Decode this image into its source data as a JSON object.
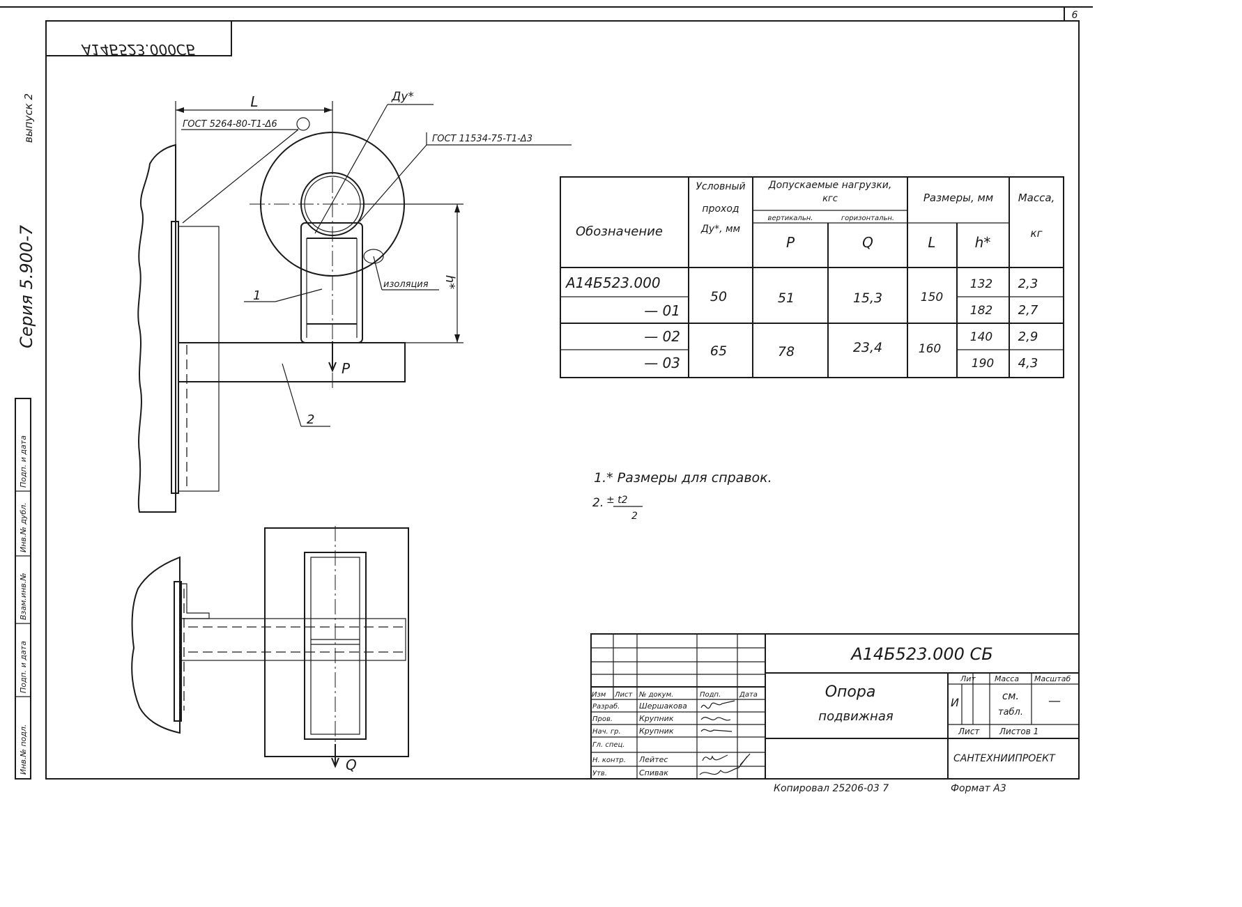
{
  "header": {
    "sheet_number": "6",
    "doc_code_mirrored": "А14Б523.000СБ",
    "series": "Серия 5.900-7",
    "issue": "выпуск 2"
  },
  "side_stamp": [
    "Инв.№ подл.",
    "Подп. и дата",
    "Взам.инв.№",
    "Инв.№ дубл.",
    "Подп. и дата"
  ],
  "drawing": {
    "dim_L": "L",
    "dim_h": "h*",
    "dim_Dy": "Ду*",
    "weld_left": "ГОСТ 5264-80-Т1-Δ6",
    "weld_right": "ГОСТ 11534-75-Т1-Δ3",
    "insulation": "изоляция",
    "part1": "1",
    "part2": "2",
    "load_P": "P",
    "load_Q": "Q"
  },
  "table": {
    "headers": {
      "designation": "Обозначение",
      "dn_l1": "Условный",
      "dn_l2": "проход",
      "dn_l3": "Ду*, мм",
      "loads_l1": "Допускаемые нагрузки,",
      "loads_l2": "кгс",
      "vertical": "вертикальн.",
      "horizontal": "горизонтальн.",
      "P": "P",
      "Q": "Q",
      "sizes": "Размеры, мм",
      "L": "L",
      "h": "h*",
      "mass_l1": "Масса,",
      "mass_l2": "кг"
    },
    "rows": [
      {
        "designation": "А14Б523.000",
        "dn": "50",
        "P": "51",
        "Q": "15,3",
        "L": "150",
        "h": "132",
        "mass": "2,3"
      },
      {
        "designation": "— 01",
        "h": "182",
        "mass": "2,7"
      },
      {
        "designation": "— 02",
        "dn": "65",
        "P": "78",
        "Q": "23,4",
        "L": "160",
        "h": "140",
        "mass": "2,9"
      },
      {
        "designation": "— 03",
        "h": "190",
        "mass": "4,3"
      }
    ]
  },
  "notes": {
    "note1": "1.* Размеры для справок.",
    "note2_prefix": "2.",
    "note2_num": "± t2",
    "note2_den": "2"
  },
  "title_block": {
    "code": "А14Б523.000 СБ",
    "name_l1": "Опора",
    "name_l2": "подвижная",
    "col_izm": "Изм",
    "col_list": "Лист",
    "col_doc": "№ докум.",
    "col_sign": "Подп.",
    "col_date": "Дата",
    "roles": [
      {
        "role": "Разраб.",
        "name": "Шершакова"
      },
      {
        "role": "Пров.",
        "name": "Крупник"
      },
      {
        "role": "Нач. гр.",
        "name": "Крупник"
      },
      {
        "role": "Гл. спец.",
        "name": ""
      },
      {
        "role": "Н. контр.",
        "name": "Лейтес"
      },
      {
        "role": "Утв.",
        "name": "Спивак"
      }
    ],
    "lit_label": "Лит",
    "mass_label": "Масса",
    "scale_label": "Масштаб",
    "lit_value": "И",
    "mass_value_l1": "см.",
    "mass_value_l2": "табл.",
    "scale_value": "—",
    "sheet_label": "Лист",
    "sheets_label": "Листов 1",
    "org": "САНТЕХНИИПРОЕКТ"
  },
  "footer": {
    "copied": "Копировал  25206-03  7",
    "format": "Формат А3"
  }
}
